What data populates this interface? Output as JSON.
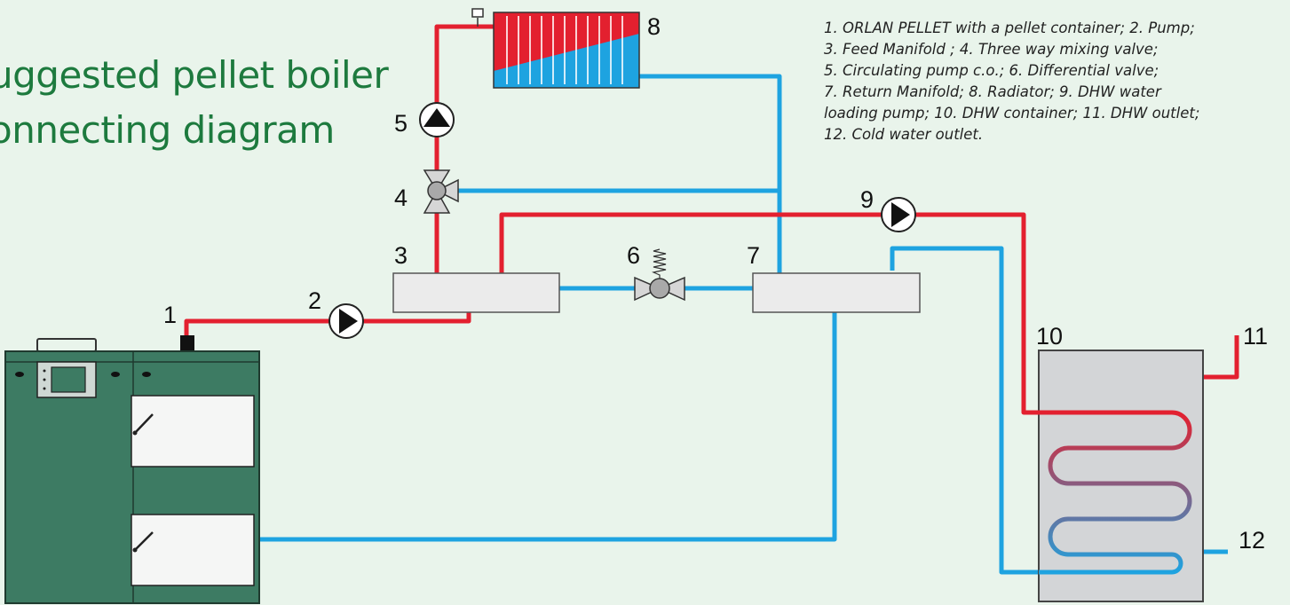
{
  "title": {
    "line1": "uggested pellet boiler",
    "line2": "onnecting diagram"
  },
  "legend": [
    "1. ORLAN PELLET with a pellet container; 2. Pump;",
    "3. Feed Manifold ;    4. Three way mixing valve;",
    "5. Circulating pump c.o.; 6. Differential valve;",
    "7. Return Manifold;  8. Radiator; 9. DHW water",
    "loading pump; 10. DHW container; 11. DHW outlet;",
    "12. Cold water outlet."
  ],
  "labels": {
    "n1": "1",
    "n2": "2",
    "n3": "3",
    "n4": "4",
    "n5": "5",
    "n6": "6",
    "n7": "7",
    "n8": "8",
    "n9": "9",
    "n10": "10",
    "n11": "11",
    "n12": "12"
  },
  "colors": {
    "hot_pipe": "#e3202f",
    "cold_pipe": "#1ea3e0",
    "boiler_body": "#3d7b63",
    "background": "#e9f4eb",
    "title": "#1d7a3e"
  }
}
